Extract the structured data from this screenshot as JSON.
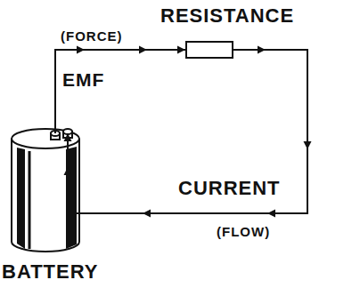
{
  "diagram": {
    "nodes": [
      {
        "text": [
          "RESISTANCE"
        ]
      },
      {
        "text": [
          "BATTERY"
        ]
      }
    ],
    "edges": [
      {
        "from": 1,
        "to": 0,
        "arrow": "to"
      },
      {
        "from": 0,
        "to": 1,
        "arrow": "to"
      }
    ],
    "labels": [
      "(FORCE)",
      "EMF",
      "CURRENT",
      "(FLOW)"
    ]
  }
}
